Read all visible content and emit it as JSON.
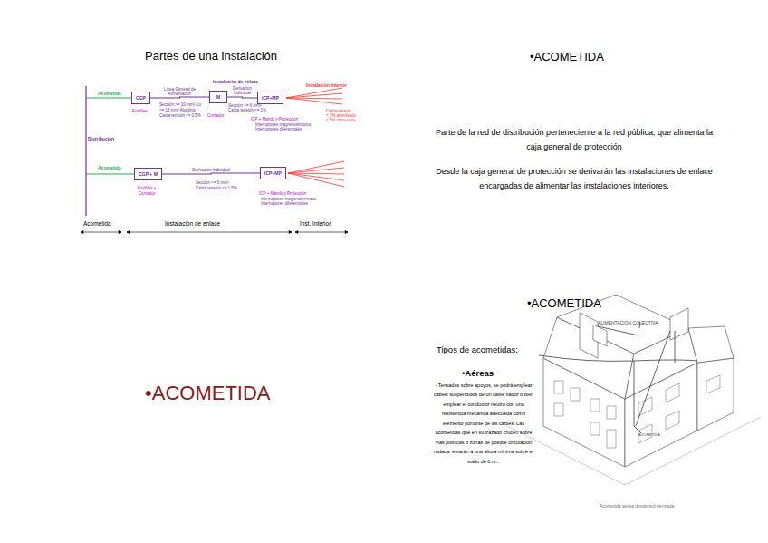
{
  "diagram": {
    "nodes": [
      {
        "text": [
          "CGP"
        ]
      },
      {
        "text": [
          "M"
        ]
      },
      {
        "text": [
          "ICP+MP"
        ]
      },
      {
        "text": [
          "CGP + M"
        ]
      },
      {
        "text": [
          "ICP+MP"
        ]
      }
    ],
    "edges": [
      {
        "from": 0,
        "to": 1,
        "arrow": "none",
        "label": "Línea General de Alimentación"
      },
      {
        "from": 1,
        "to": 2,
        "arrow": "none",
        "label": "Derivación Individual"
      },
      {
        "from": 3,
        "to": 4,
        "arrow": "none",
        "label": "Derivación Individual"
      }
    ],
    "labels": [
      "Partes de una instalación",
      "Instalación de enlace",
      "Instalación Interior",
      "Acometida",
      "Fusibles",
      "Sección >= 10 mm² Cu >= 16 mm² Aluminio",
      "Caída tensión <= 0,5%",
      "Contador",
      "Sección >= 6 mm²",
      "Caída tensión <= 1%",
      "ICP + Mando y Protección",
      "Interruptores magnetotérmicos",
      "Interruptores diferenciales",
      "Caída tensión",
      "< 3% alumbrado",
      "< 5% otros usos",
      "Distribución",
      "Acometida",
      "Fusibles + Contador",
      "Sección >= 6 mm²",
      "Caída tensión <= 1,5%",
      "ICP + Mando y Protección",
      "Interruptores magnetotérmicos",
      "Interruptores diferenciales",
      "Acometida",
      "Instalación de enlace",
      "Inst. Interior",
      "•ACOMETIDA",
      "Parte de la red de distribución perteneciente a la red pública, que alimenta la caja general de protección",
      "Desde la caja general de protección se derivarán las instalaciones de enlace encargadas de alimentar las instalaciones interiores.",
      "•ACOMETIDA",
      "•ACOMETIDA",
      "Tipos de acometidas:",
      "•Aéreas",
      "- Tensadas sobre apoyos, se podrá emplear cables suspendidos de un cable fiador o bien emplear el conductor neutro con una resistencia mecánica adecuada como elemento portante de los cables. Las acometidas que en su trazado crucen sobre vías públicas o zonas de posible circulación rodada, estarán a una altura mínima sobre el suelo de 6 m...",
      "ALIMENTACION COLECTIVA",
      "ACOMETIDA",
      "Acometida aérea desde red trenzada"
    ]
  }
}
